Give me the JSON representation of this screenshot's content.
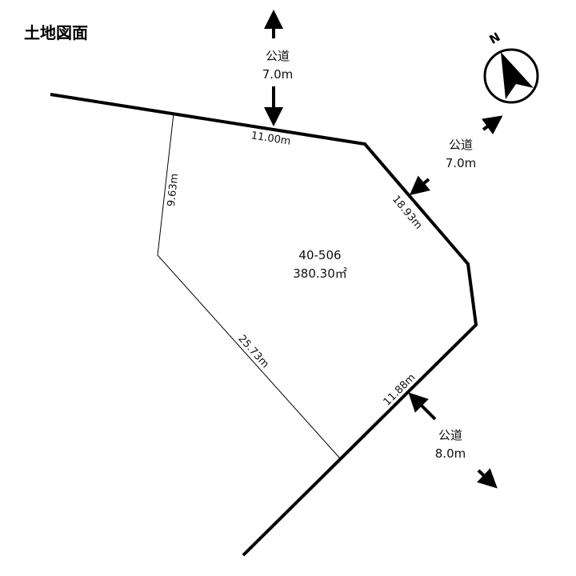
{
  "title": "土地図面",
  "compass": {
    "label": "N"
  },
  "lot": {
    "number": "40-506",
    "area": "380.30㎡"
  },
  "dimensions": {
    "north_edge": "11.00m",
    "west_edge": "9.63m",
    "east_edge": "18.93m",
    "southwest_edge": "25.73m",
    "southeast_edge": "11.88m"
  },
  "roads": [
    {
      "type": "公道",
      "width": "7.0m"
    },
    {
      "type": "公道",
      "width": "7.0m"
    },
    {
      "type": "公道",
      "width": "8.0m"
    }
  ]
}
